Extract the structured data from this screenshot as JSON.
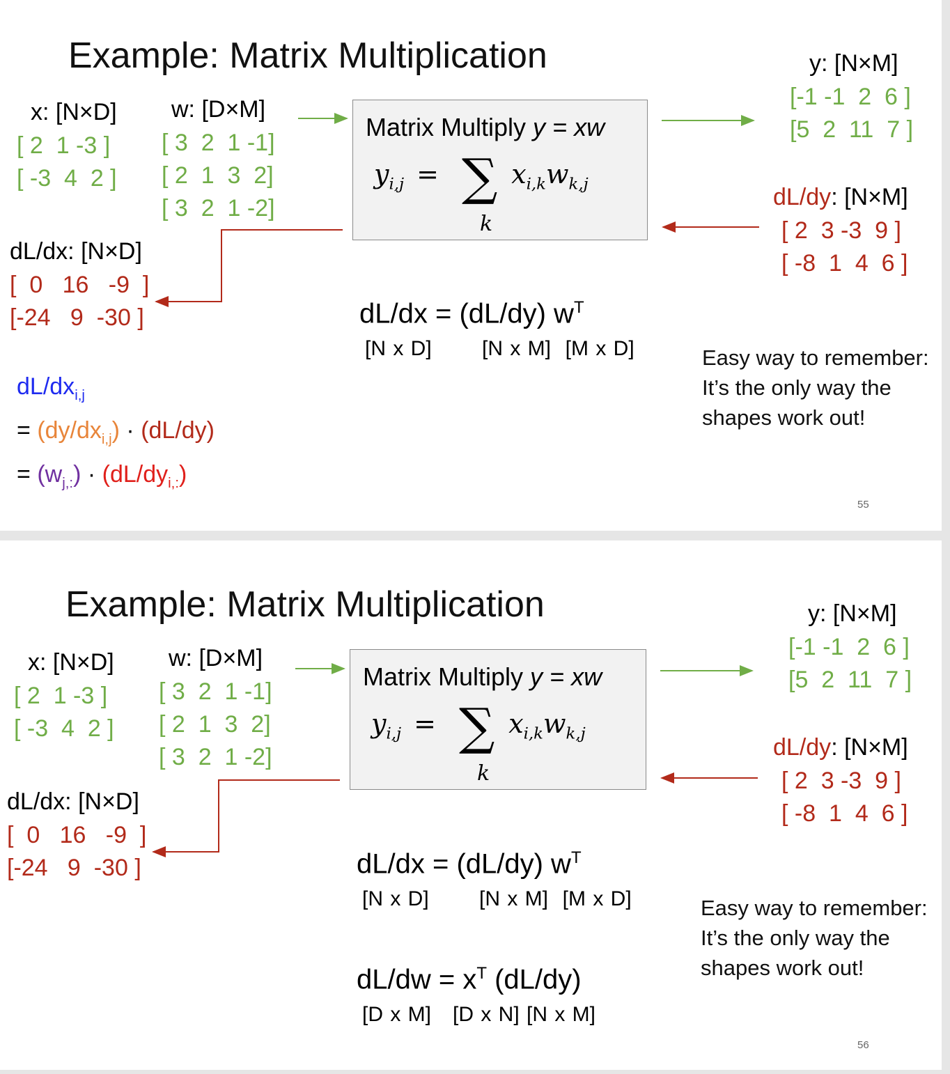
{
  "slides": [
    {
      "title": "Example: Matrix Multiplication",
      "x_label": "x: [N×D]",
      "x_matrix": "[ 2  1 -3 ]\n[ -3  4  2 ]",
      "w_label": "w: [D×M]",
      "w_matrix": "[ 3  2  1 -1]\n[ 2  1  3  2]\n[ 3  2  1 -2]",
      "box_title": "Matrix Multiply",
      "box_expr": "y = xw",
      "formula_lhs": "y",
      "formula_lhs_sub": "i,j",
      "formula_eq": "=",
      "formula_sigma": "∑",
      "formula_sigma_sub": "k",
      "formula_rhs_x": "x",
      "formula_rhs_x_sub": "i,k",
      "formula_rhs_w": "w",
      "formula_rhs_w_sub": "k,j",
      "y_label": "y: [N×M]",
      "y_matrix": "[-1 -1  2  6 ]\n[5  2  11  7 ]",
      "dldy_label_red": "dL/dy",
      "dldy_label_rest": ": [N×M]",
      "dldy_matrix": "[ 2  3 -3  9 ]\n[ -8  1  4  6 ]",
      "dldx_label": "dL/dx: [N×D]",
      "dldx_matrix": "[  0   16   -9  ]\n[-24   9  -30 ]",
      "eq1": "dL/dx = (dL/dy) w",
      "eq1_sup": "T",
      "eq1_dims": "[N x D]       [N x M]  [M x D]",
      "note": [
        "Easy way to remember:",
        "It’s the only way the",
        "shapes work out!"
      ],
      "derivation": {
        "line1_main": "dL/dx",
        "line1_sub": "i,j",
        "line2_prefix": "= ",
        "line2_part1": "(dy/dx",
        "line2_part1_sub": "i,j",
        "line2_part1_close": ")",
        "line2_dot": " · ",
        "line2_part2": "(dL/dy)",
        "line3_prefix": "= ",
        "line3_part1": "(w",
        "line3_part1_sub": "j,:",
        "line3_part1_close": ")",
        "line3_dot": " · ",
        "line3_part2": "(dL/dy",
        "line3_part2_sub": "i,:",
        "line3_part2_close": ")"
      },
      "page_number": "55"
    },
    {
      "title": "Example: Matrix Multiplication",
      "x_label": "x: [N×D]",
      "x_matrix": "[ 2  1 -3 ]\n[ -3  4  2 ]",
      "w_label": "w: [D×M]",
      "w_matrix": "[ 3  2  1 -1]\n[ 2  1  3  2]\n[ 3  2  1 -2]",
      "box_title": "Matrix Multiply",
      "box_expr": "y = xw",
      "formula_lhs": "y",
      "formula_lhs_sub": "i,j",
      "formula_eq": "=",
      "formula_sigma": "∑",
      "formula_sigma_sub": "k",
      "formula_rhs_x": "x",
      "formula_rhs_x_sub": "i,k",
      "formula_rhs_w": "w",
      "formula_rhs_w_sub": "k,j",
      "y_label": "y: [N×M]",
      "y_matrix": "[-1 -1  2  6 ]\n[5  2  11  7 ]",
      "dldy_label_red": "dL/dy",
      "dldy_label_rest": ": [N×M]",
      "dldy_matrix": "[ 2  3 -3  9 ]\n[ -8  1  4  6 ]",
      "dldx_label": "dL/dx: [N×D]",
      "dldx_matrix": "[  0   16   -9  ]\n[-24   9  -30 ]",
      "eq1": "dL/dx = (dL/dy) w",
      "eq1_sup": "T",
      "eq1_dims": "[N x D]       [N x M]  [M x D]",
      "eq2_a": "dL/dw = x",
      "eq2_sup": "T",
      "eq2_b": " (dL/dy)",
      "eq2_dims": "[D x M]   [D x N] [N x M]",
      "note": [
        "Easy way to remember:",
        "It’s the only way the",
        "shapes work out!"
      ],
      "page_number": "56"
    }
  ],
  "colors": {
    "green": "#70ad47",
    "red": "#b22a1a",
    "blue": "#1f2bf0",
    "orange": "#e8853a",
    "purple": "#7030a0",
    "bright_red": "#e0201b",
    "box_fill": "#f2f2f2"
  }
}
